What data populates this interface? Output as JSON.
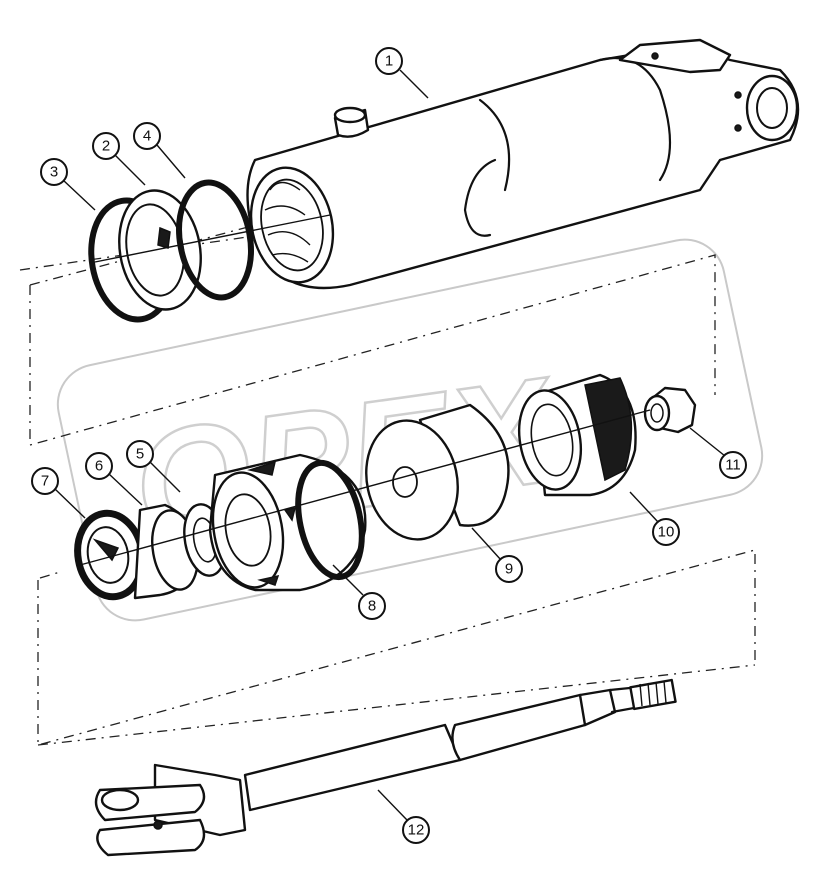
{
  "watermark": {
    "text": "OPEX"
  },
  "callouts": [
    {
      "id": "1",
      "part": "cylinder-barrel"
    },
    {
      "id": "2",
      "part": "gland"
    },
    {
      "id": "3",
      "part": "snap-ring"
    },
    {
      "id": "4",
      "part": "o-ring"
    },
    {
      "id": "5",
      "part": "backup-ring"
    },
    {
      "id": "6",
      "part": "rod-seal"
    },
    {
      "id": "7",
      "part": "wiper"
    },
    {
      "id": "8",
      "part": "gland-assembly"
    },
    {
      "id": "9",
      "part": "spacer"
    },
    {
      "id": "10",
      "part": "piston"
    },
    {
      "id": "11",
      "part": "nut"
    },
    {
      "id": "12",
      "part": "piston-rod"
    }
  ]
}
